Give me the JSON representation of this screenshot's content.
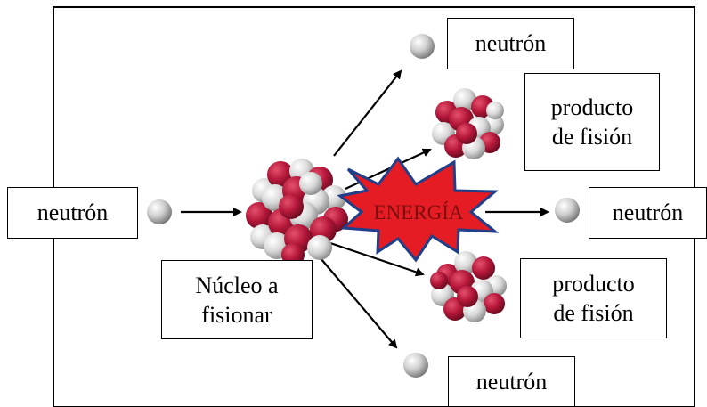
{
  "labels": {
    "incoming_neutron": "neutrón",
    "nucleus_line1": "Núcleo a",
    "nucleus_line2": "fisionar",
    "neutron_top": "neutrón",
    "product_top_line1": "producto",
    "product_top_line2": "de fisión",
    "neutron_right": "neutrón",
    "product_bottom_line1": "producto",
    "product_bottom_line2": "de fisión",
    "neutron_bottom": "neutrón",
    "energy": "ENERGÍA"
  },
  "colors": {
    "proton": "#b5173a",
    "neutron_particle": "#dcdcdc",
    "burst_fill": "#e51c23",
    "burst_stroke": "#1f3f8a",
    "frame": "#000000",
    "arrow": "#000000"
  }
}
